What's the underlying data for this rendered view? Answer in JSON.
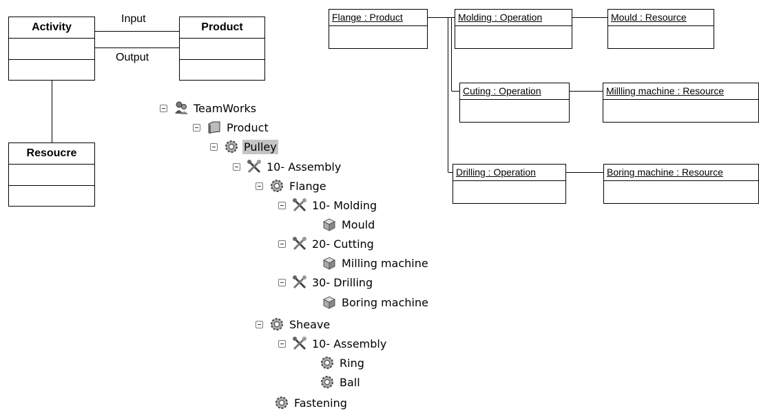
{
  "classes": {
    "activity": {
      "name": "Activity"
    },
    "product": {
      "name": "Product"
    },
    "resource": {
      "name": "Resoucre"
    },
    "input_label": "Input",
    "output_label": "Output"
  },
  "instances": {
    "flange": "Flange : Product",
    "molding": "Molding : Operation",
    "mould": "Mould : Resource",
    "cuting": "Cuting : Operation",
    "milling": "Millling machine : Resource",
    "drilling": "Drilling : Operation",
    "boring": "Boring machine : Resource"
  },
  "tree": [
    {
      "label": "TeamWorks",
      "icon": "teamworks-icon",
      "expanded": true
    },
    {
      "label": "Product",
      "icon": "folder-icon",
      "expanded": true
    },
    {
      "label": "Pulley",
      "icon": "gear-icon",
      "expanded": true,
      "selected": true
    },
    {
      "label": "10- Assembly",
      "icon": "tools-icon",
      "expanded": true
    },
    {
      "label": "Flange",
      "icon": "gear-icon",
      "expanded": true
    },
    {
      "label": "10- Molding",
      "icon": "tools-icon",
      "expanded": true
    },
    {
      "label": "Mould",
      "icon": "cube-icon"
    },
    {
      "label": "20- Cutting",
      "icon": "tools-icon",
      "expanded": true
    },
    {
      "label": "Milling machine",
      "icon": "cube-icon"
    },
    {
      "label": "30- Drilling",
      "icon": "tools-icon",
      "expanded": true
    },
    {
      "label": "Boring machine",
      "icon": "cube-icon"
    },
    {
      "label": "Sheave",
      "icon": "gear-icon",
      "expanded": true
    },
    {
      "label": "10- Assembly",
      "icon": "tools-icon",
      "expanded": true
    },
    {
      "label": "Ring",
      "icon": "gear-icon"
    },
    {
      "label": "Ball",
      "icon": "gear-icon"
    },
    {
      "label": "Fastening",
      "icon": "gear-icon"
    }
  ]
}
